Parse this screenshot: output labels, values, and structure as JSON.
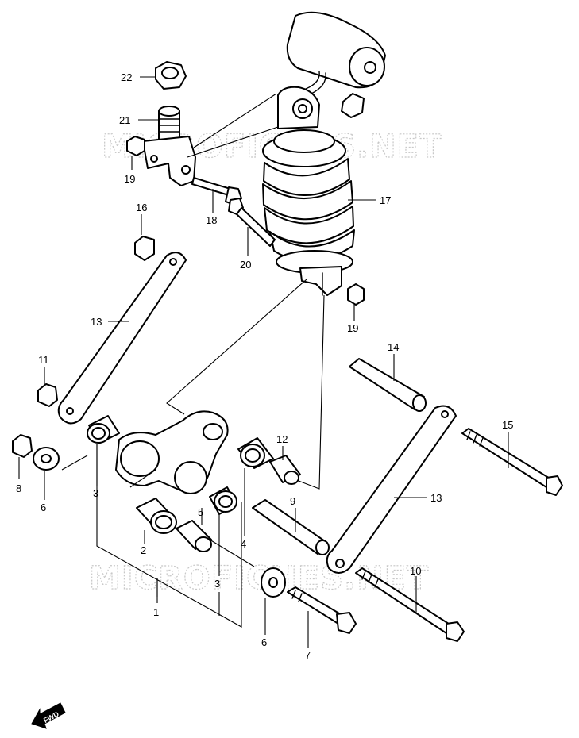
{
  "watermark": {
    "text": "MICROFICHES.NET"
  },
  "fwd_label": "FWD",
  "callouts": [
    "22",
    "21",
    "19",
    "18",
    "16",
    "20",
    "17",
    "19",
    "13",
    "11",
    "8",
    "6",
    "3",
    "2",
    "1",
    "5",
    "3",
    "4",
    "12",
    "9",
    "14",
    "13",
    "15",
    "10",
    "6",
    "7"
  ]
}
